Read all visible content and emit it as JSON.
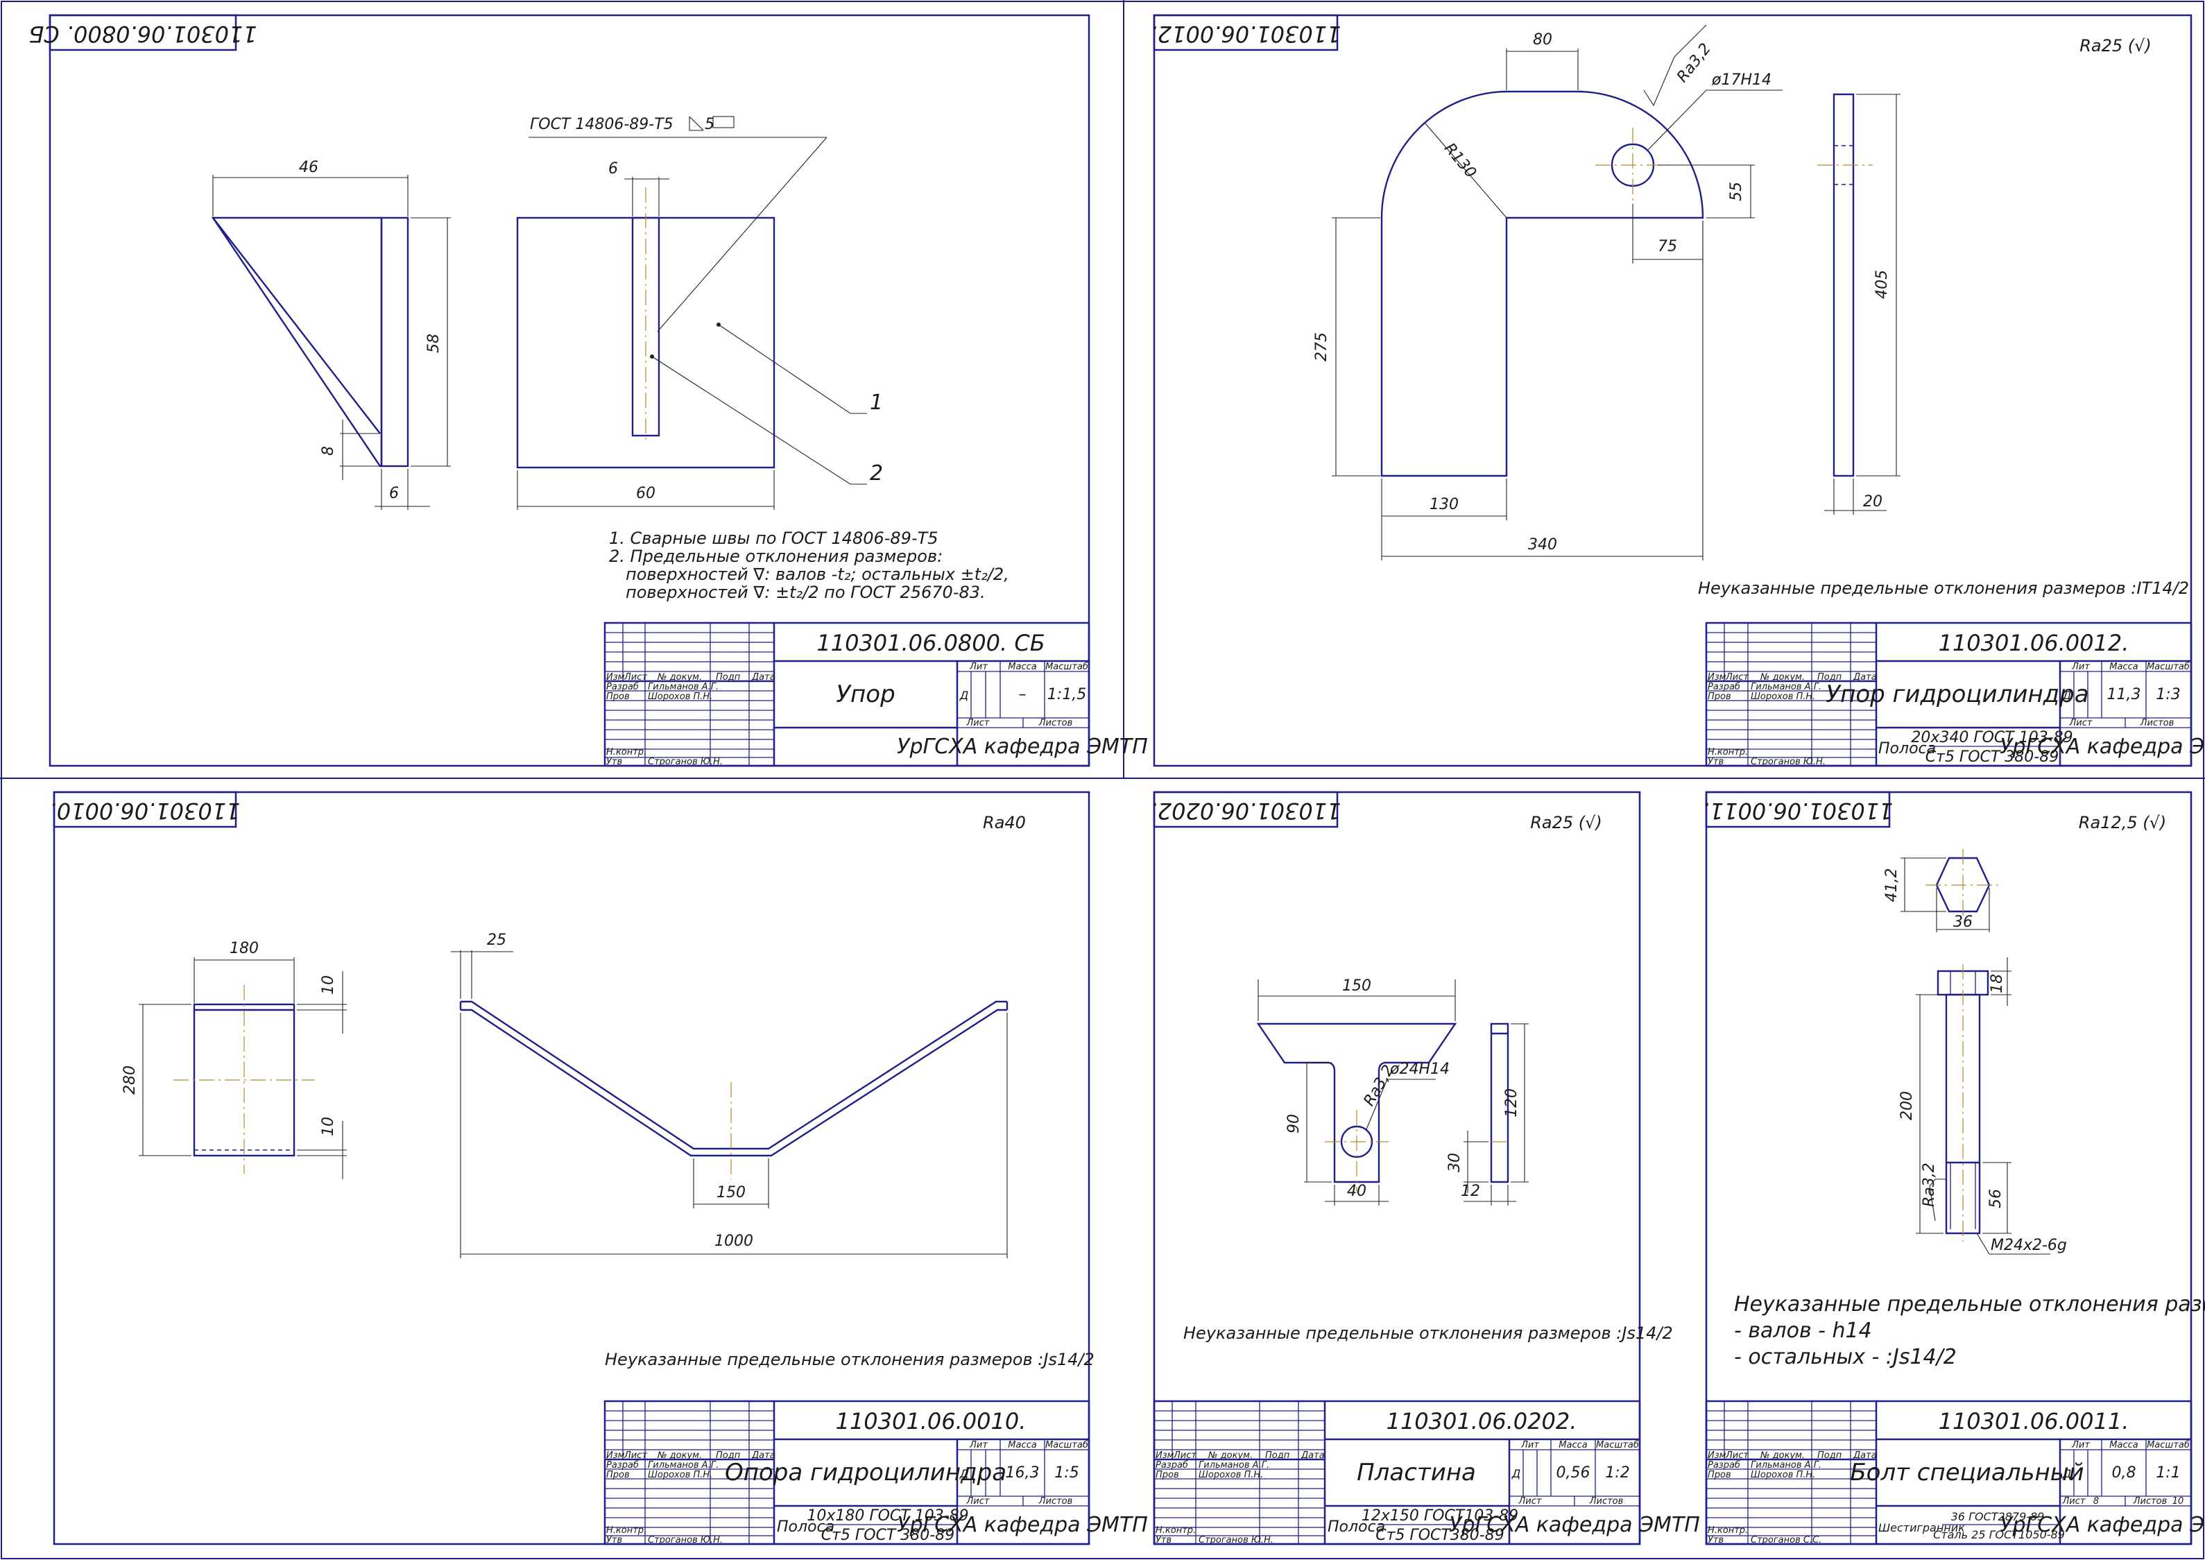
{
  "sheets": {
    "s1": {
      "stamp": "110301.06.0800. СБ",
      "code": "110301.06.0800. СБ",
      "name": "Упор",
      "lit": "Д",
      "mass": "–",
      "scale": "1:1,5",
      "org": "УрГСХА кафедра ЭМТП",
      "weld": "ГОСТ 14806-89-Т5",
      "weld_leg": "5",
      "dims": {
        "d46": "46",
        "d58": "58",
        "d8": "8",
        "d6a": "6",
        "d6b": "6",
        "d60": "60"
      },
      "pos1": "1",
      "pos2": "2",
      "notes": [
        "1. Сварные швы по ГОСТ 14806-89-Т5",
        "2. Предельные отклонения размеров:",
        "поверхностей ∇: валов -t₂; остальных ±t₂/2,",
        "поверхностей ∇: ±t₂/2 по ГОСТ 25670-83."
      ]
    },
    "s2": {
      "stamp": "110301.06.0012.",
      "code": "110301.06.0012.",
      "name": "Упор гидроцилиндра",
      "lit": "Д",
      "mass": "11,3",
      "scale": "1:3",
      "org": "УрГСХА кафедра ЭМТП",
      "rough": "Ra25 (√)",
      "mat_prefix": "Полоса",
      "mat_top": "20x340 ГОСТ 103-89",
      "mat_bot": "Ст5 ГОСТ 380-89",
      "dims": {
        "d80": "80",
        "r": "R130",
        "ra": "Ra3,2",
        "hole": "ø17H14",
        "d55": "55",
        "d75": "75",
        "d275": "275",
        "d130": "130",
        "d340": "340",
        "d405": "405",
        "d20": "20"
      },
      "note": "Неуказанные предельные отклонения размеров :IT14/2"
    },
    "s3": {
      "stamp": "110301.06.0010.",
      "code": "110301.06.0010.",
      "name": "Опора гидроцилиндра",
      "lit": "Д",
      "mass": "16,3",
      "scale": "1:5",
      "org": "УрГСХА кафедра ЭМТП",
      "rough": "Ra40",
      "mat_prefix": "Полоса",
      "mat_top": "10x180 ГОСТ 103-89",
      "mat_bot": "Ст5 ГОСТ 380-89",
      "dims": {
        "d180": "180",
        "d10a": "10",
        "d280": "280",
        "d10b": "10",
        "d25": "25",
        "d150": "150",
        "d1000": "1000"
      },
      "note": "Неуказанные предельные отклонения размеров :Js14/2"
    },
    "s4": {
      "stamp": "110301.06.0202.",
      "code": "110301.06.0202.",
      "name": "Пластина",
      "lit": "Д",
      "mass": "0,56",
      "scale": "1:2",
      "org": "УрГСХА кафедра ЭМТП",
      "rough": "Ra25 (√)",
      "mat_prefix": "Полоса",
      "mat_top": "12x150 ГОСТ103-89",
      "mat_bot": "Ст5 ГОСТ380-89",
      "dims": {
        "d150": "150",
        "ra": "Ra3,2",
        "hole": "ø24H14",
        "d90": "90",
        "d40": "40",
        "d120": "120",
        "d30": "30",
        "d12": "12"
      },
      "note": "Неуказанные предельные отклонения размеров :Js14/2"
    },
    "s5": {
      "stamp": "110301.06.0011.",
      "code": "110301.06.0011.",
      "name": "Болт специальный",
      "lit": "Д",
      "mass": "0,8",
      "scale": "1:1",
      "org": "УрГСХА кафедра ЭМТП",
      "rough": "Ra12,5 (√)",
      "sheet_no": "8",
      "sheets_total": "10",
      "mat_prefix": "Шестигранник",
      "mat_top": "36 ГОСТ2879-89",
      "mat_bot": "Сталь 25 ГОСТ1050-89",
      "dims": {
        "d41": "41,2",
        "d36": "36",
        "d18": "18",
        "d200": "200",
        "ra": "Ra3,2",
        "d56": "56",
        "thread": "M24x2-6g"
      },
      "notes": [
        "Неуказанные предельные отклонения размеров:",
        "- валов - h14",
        "- остальных - :Js14/2"
      ]
    }
  },
  "tb": {
    "izm": "Изм",
    "list": "Лист",
    "doc": "№ докум.",
    "sign": "Подп",
    "date": "Дата",
    "razrab": "Разраб",
    "prov": "Пров",
    "nkontr": "Н.контр.",
    "utv": "Утв",
    "razrab_name": "Гильманов А.Г.",
    "prov_name": "Шорохов П.Н.",
    "utv_name": "Строганов Ю.Н.",
    "utv_name5": "Строганов С.С.",
    "lit": "Лит",
    "mass": "Масса",
    "scale": "Масштаб",
    "sheet": "Лист",
    "sheets": "Листов"
  }
}
